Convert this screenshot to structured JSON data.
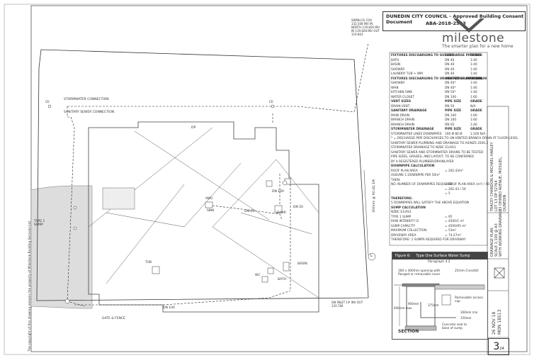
{
  "stamp": {
    "council": "DUNEDIN CITY COUNCIL - Approved Building Consent Document",
    "code": "ABA-2018-2523"
  },
  "brand": {
    "name": "milestone",
    "tagline": "The smarter plan for a new home"
  },
  "plan_labels": {
    "stormwater_connection": "STORMWATER CONNECTION",
    "sanitary_connection": "SANITARY SEWER CONNECTION",
    "ce": "CE",
    "dp": "DP",
    "awu": "AWU",
    "sink": "SINK",
    "wc": "WC",
    "basin": "BASIN",
    "shwr": "SHWR",
    "bath": "BATH",
    "tub": "TUB",
    "dn50": "DN 50",
    "dn63": "DN 63",
    "dn100": "DN 100",
    "sump": "TYPE 1 SUMP",
    "gate": "GATE & FENCE",
    "boundary_dim": "300mm @ R0.4Q 1M",
    "inv_top": "SWMH 01 COV 132.508 INV IN NORTH 119.826 INV IN 119.828 INV OUT 119.803",
    "inv_bottom": "SW INLET 1# INV OUT 120.784",
    "grid_l": "L",
    "copyright": "The copyright of this drawing remains the property of Milestone Building Services Ltd"
  },
  "notes": {
    "rows": [
      {
        "a": "FIXTURES DISCHARGING TO GULLIES",
        "b": "DISCHARGE PIPE SIZE",
        "c": "GRADE",
        "h": true
      },
      {
        "a": "BATH",
        "b": "DN 40",
        "c": "1:40"
      },
      {
        "a": "BASIN",
        "b": "DN 40",
        "c": "1:40"
      },
      {
        "a": "SHOWER",
        "b": "DN 40",
        "c": "1:40"
      },
      {
        "a": "LAUNDRY TUB + WM",
        "b": "DN 40",
        "c": "1:40"
      },
      {
        "a": "FIXTURES DISCHARGING TO UN-VENTED BRANCH DRAIN",
        "b": "DISCHARGE PIPE SIZE",
        "c": "GRADE",
        "h": true
      },
      {
        "a": "SHOWER",
        "b": "DN 40*",
        "c": "1:40"
      },
      {
        "a": "WHB",
        "b": "DN 40*",
        "c": "1:40"
      },
      {
        "a": "KITCHEN SINK",
        "b": "DN 50*",
        "c": "1:40"
      },
      {
        "a": "WATER CLOSET",
        "b": "DN 100",
        "c": "1:60"
      },
      {
        "a": "VENT SIZES",
        "b": "PIPE SIZE",
        "c": "GRADE",
        "h": true
      },
      {
        "a": "DRAIN VENT",
        "b": "DN 50",
        "c": "N/A"
      },
      {
        "a": "SANITARY DRAINAGE",
        "b": "PIPE SIZE",
        "c": "GRADE",
        "h": true
      },
      {
        "a": "MAIN DRAIN",
        "b": "DN 100",
        "c": "1:60"
      },
      {
        "a": "BRANCH DRAIN",
        "b": "DN 100",
        "c": "1:60"
      },
      {
        "a": "BRANCH DRAIN",
        "b": "DN 65",
        "c": "1:40"
      },
      {
        "a": "STORMWATER DRAINAGE",
        "b": "PIPE SIZE",
        "c": "GRADE",
        "h": true
      },
      {
        "a": "STORMWATER LINES DOWNPIPES",
        "b": "100 Ø 80 Ø",
        "c": "1:100 N/A"
      },
      {
        "a": "* = DISCHARGE PIPE DISCHARGES TO UN-VENTED BRANCH DRAIN AT FLOOR LEVEL",
        "b": "",
        "c": ""
      },
      {
        "a": "SANITARY SEWER PLUMBING AND DRAINAGE TO AS/NZS 3500.2",
        "b": "",
        "c": ""
      },
      {
        "a": "STORMWATER DRAINAGE TO NZBC E1/AS1",
        "b": "",
        "c": ""
      },
      {
        "a": "SANITARY SEWER AND STORMWATER DRAINS TO BE TESTED",
        "b": "",
        "c": ""
      },
      {
        "a": "PIPE SIZES, GRADES, AND LAYOUT, TO BE CONFIRMED",
        "b": "",
        "c": ""
      },
      {
        "a": "BY A REGISTERED PLUMBER/DRAINLAYER",
        "b": "",
        "c": ""
      },
      {
        "a": "DOWNPIPE CALCULATION",
        "b": "",
        "c": "",
        "h": true
      },
      {
        "a": "ROOF PLAN AREA",
        "b": "= 262.43m²",
        "c": ""
      },
      {
        "a": "ASSUME 1 DOWNPIPE PER 50m²",
        "b": "",
        "c": ""
      },
      {
        "a": "THEN:",
        "b": "",
        "c": ""
      },
      {
        "a": "NO. NUMBER OF DOWNPIPES REQUIRED",
        "b": "= ROOF PLAN AREA (m²) / 50",
        "c": ""
      },
      {
        "a": "",
        "b": "= 262.43 / 50",
        "c": ""
      },
      {
        "a": "",
        "b": "= 5",
        "c": ""
      },
      {
        "a": "THEREFORE:",
        "b": "",
        "c": "",
        "h": true
      },
      {
        "a": "5 DOWNPIPES WILL SATISFY THE ABOVE EQUATION",
        "b": "",
        "c": ""
      },
      {
        "a": "SUMP CALCULATION",
        "b": "",
        "c": "",
        "h": true
      },
      {
        "a": "NZBC E1/AS1",
        "b": "",
        "c": ""
      },
      {
        "a": "TYPE 1 SUMP",
        "b": "= 95",
        "c": ""
      },
      {
        "a": "RAIN INTENSITY I2",
        "b": "= 4500/1 m²",
        "c": ""
      },
      {
        "a": "SUMP CAPACITY",
        "b": "= 4500/95 m²",
        "c": ""
      },
      {
        "a": "MAXIMUM COLLECTION",
        "b": "= 53m²",
        "c": ""
      },
      {
        "a": "DRIVEWAY AREA",
        "b": "= 74.27m²",
        "c": ""
      },
      {
        "a": "THEREFORE: 1 SUMPS REQUIRED FOR DRIVEWAY",
        "b": "",
        "c": ""
      }
    ]
  },
  "figure": {
    "head": "Figure 6:",
    "title": "Type One Surface Water Sump",
    "sub": "Paragraph 4.2",
    "opening": "300 x 300mm opening with flanged or removable cover",
    "crossfall": "25mm Crossfall",
    "removable": "Removable access cap",
    "depth": "600mm max",
    "d1": "900mm",
    "d2": "375mm",
    "d3": "300mm min",
    "d4": "150mm",
    "seal": "Concrete seal to base of sump",
    "section": "SECTION"
  },
  "titleblock": {
    "client": "TRACEY CHANDON & MICHAEL HARLEY",
    "lot": "LOT 13 DP 52764",
    "address": "33 OHINBO AVENUE, MOSGIEL,",
    "city": "DUNEDIN",
    "drawing": "DRAINAGE PLAN",
    "scale": "SCALE 1:100 @ A3",
    "plan_type": "WITH WORKING DRAINAGE",
    "date": "26 NOV 18",
    "job": "MON 18513",
    "sheet": "3",
    "sheet_total": "24"
  }
}
